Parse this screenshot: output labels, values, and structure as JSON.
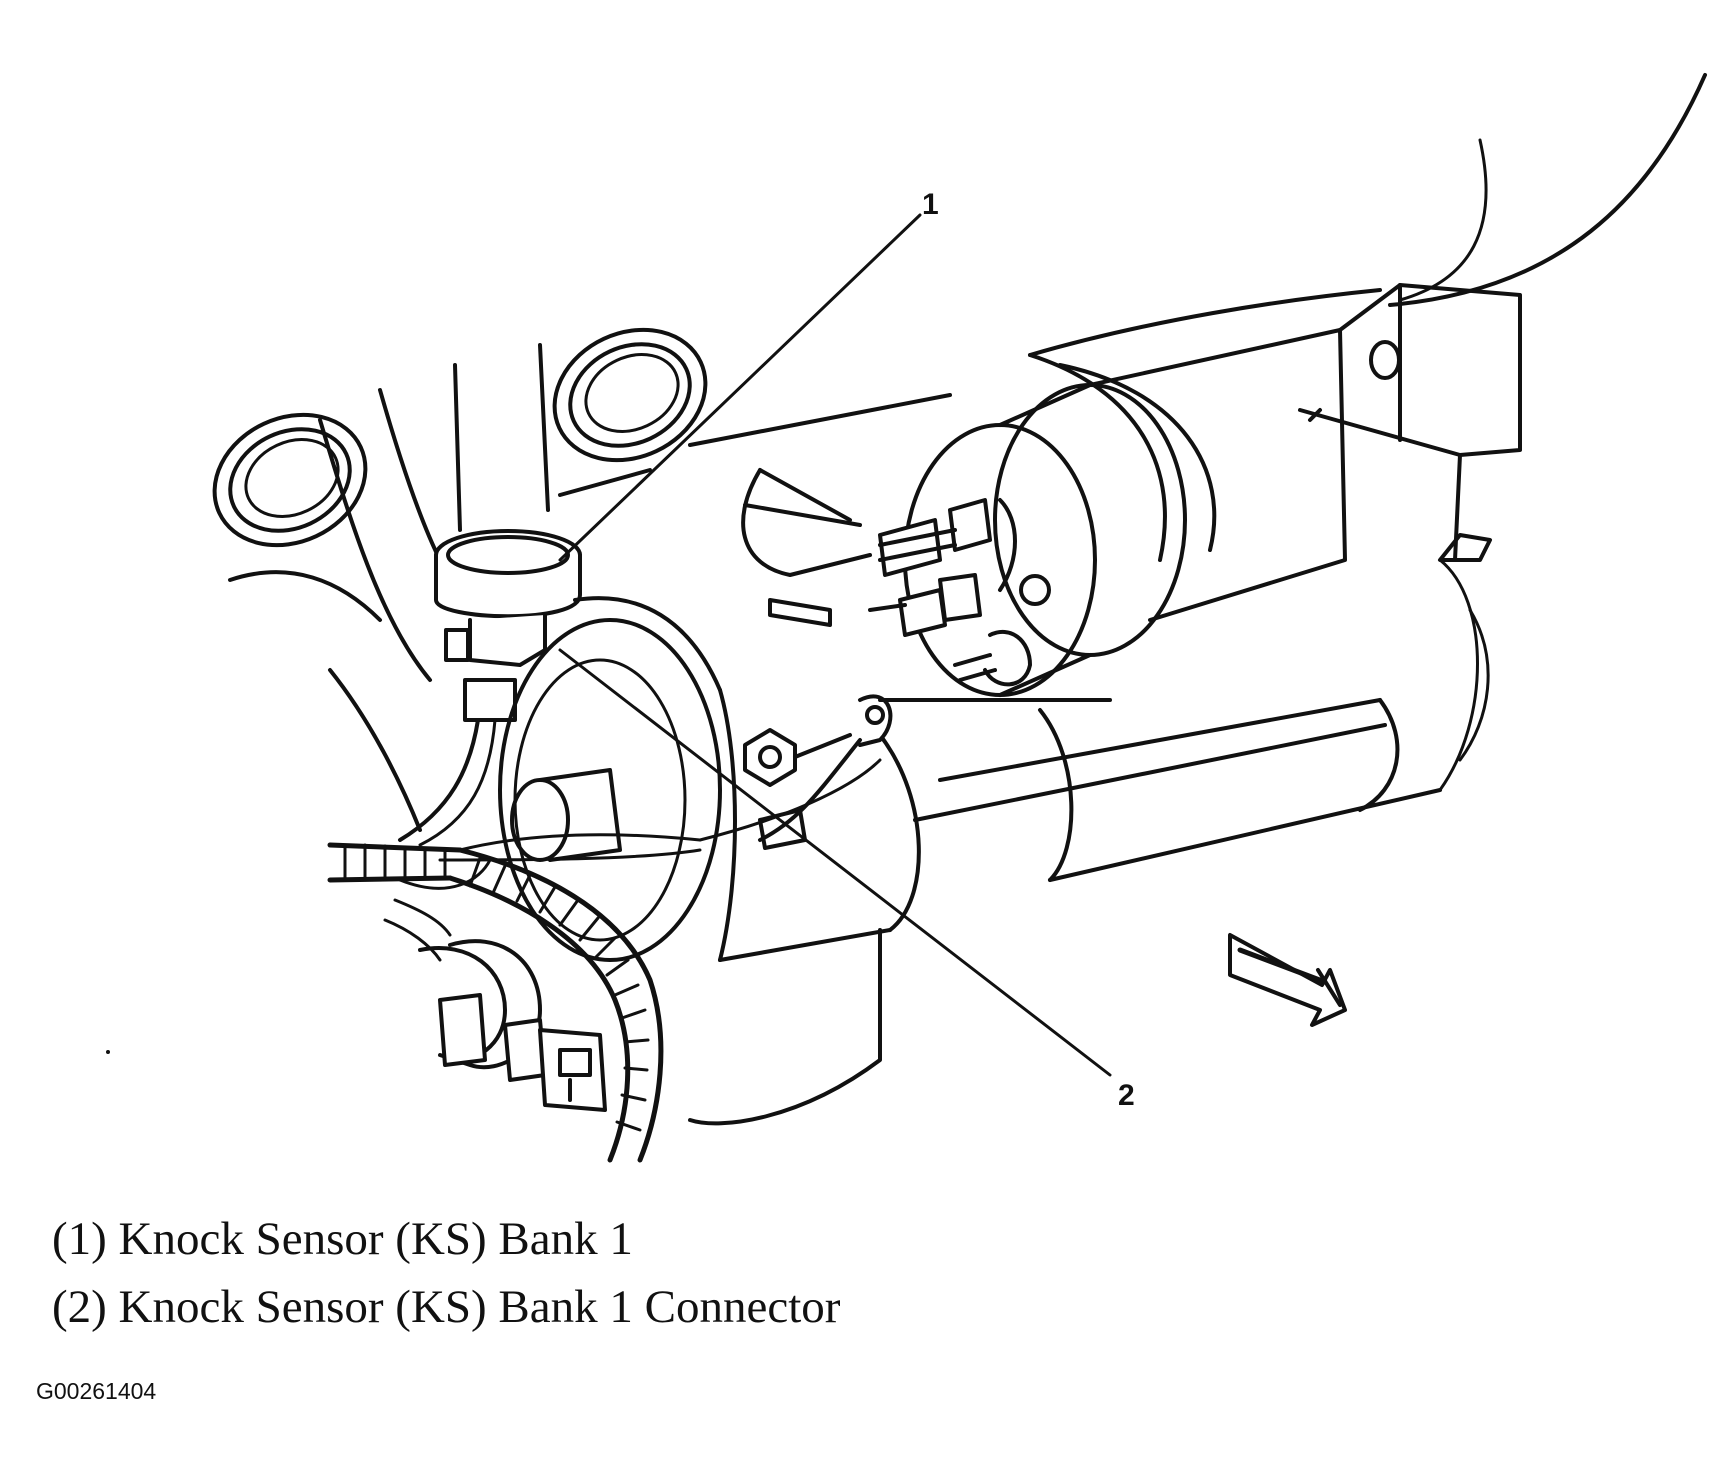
{
  "callouts": [
    {
      "number": "1"
    },
    {
      "number": "2"
    }
  ],
  "legend": [
    {
      "text": "(1) Knock Sensor (KS) Bank 1"
    },
    {
      "text": "(2) Knock Sensor (KS) Bank 1 Connector"
    }
  ],
  "figure_id": "G00261404",
  "colors": {
    "line": "#111111",
    "background": "#ffffff"
  },
  "icons": [
    "arrow-icon"
  ]
}
